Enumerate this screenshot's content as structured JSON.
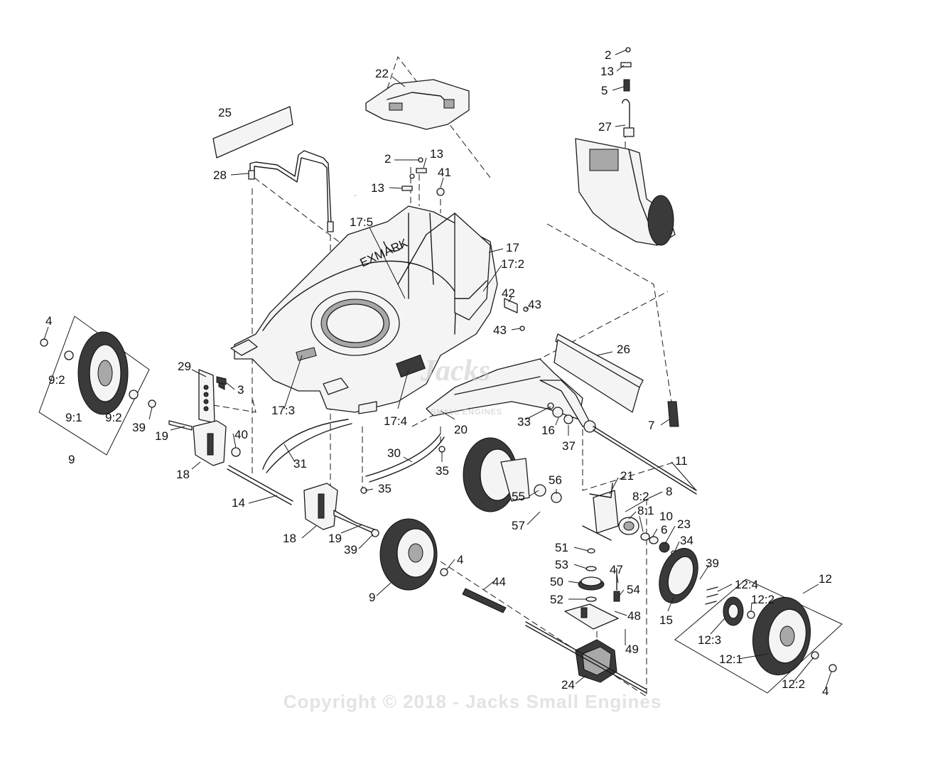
{
  "watermark": {
    "copyright": "Copyright © 2018 - Jacks Small Engines",
    "logo_title": "Jacks",
    "logo_subtitle": "SMALL ENGINES"
  },
  "deck_brand": "EXMARK",
  "labels": {
    "l_2a": "2",
    "l_13a": "13",
    "l_5": "5",
    "l_27": "27",
    "l_22": "22",
    "l_25": "25",
    "l_2b": "2",
    "l_13b": "13",
    "l_13c": "13",
    "l_41": "41",
    "l_28": "28",
    "l_17_5": "17:5",
    "l_17": "17",
    "l_17_2": "17:2",
    "l_42": "42",
    "l_43a": "43",
    "l_43b": "43",
    "l_26": "26",
    "l_4a": "4",
    "l_9_2a": "9:2",
    "l_9_1": "9:1",
    "l_9_2b": "9:2",
    "l_9a": "9",
    "l_29": "29",
    "l_3": "3",
    "l_39a": "39",
    "l_19a": "19",
    "l_40": "40",
    "l_18a": "18",
    "l_17_3": "17:3",
    "l_17_4": "17:4",
    "l_20": "20",
    "l_33": "33",
    "l_16": "16",
    "l_37": "37",
    "l_7": "7",
    "l_31": "31",
    "l_30": "30",
    "l_35a": "35",
    "l_35b": "35",
    "l_11": "11",
    "l_14": "14",
    "l_21": "21",
    "l_8_2": "8:2",
    "l_8": "8",
    "l_8_1": "8:1",
    "l_10": "10",
    "l_6": "6",
    "l_23": "23",
    "l_34": "34",
    "l_55": "55",
    "l_56": "56",
    "l_57": "57",
    "l_18b": "18",
    "l_19b": "19",
    "l_39b": "39",
    "l_4b": "4",
    "l_9b": "9",
    "l_44": "44",
    "l_51": "51",
    "l_53": "53",
    "l_47": "47",
    "l_50": "50",
    "l_54": "54",
    "l_52": "52",
    "l_48": "48",
    "l_49": "49",
    "l_24": "24",
    "l_39c": "39",
    "l_12_4": "12:4",
    "l_12": "12",
    "l_12_2a": "12:2",
    "l_15": "15",
    "l_12_3": "12:3",
    "l_12_1": "12:1",
    "l_12_2b": "12:2",
    "l_4c": "4"
  }
}
